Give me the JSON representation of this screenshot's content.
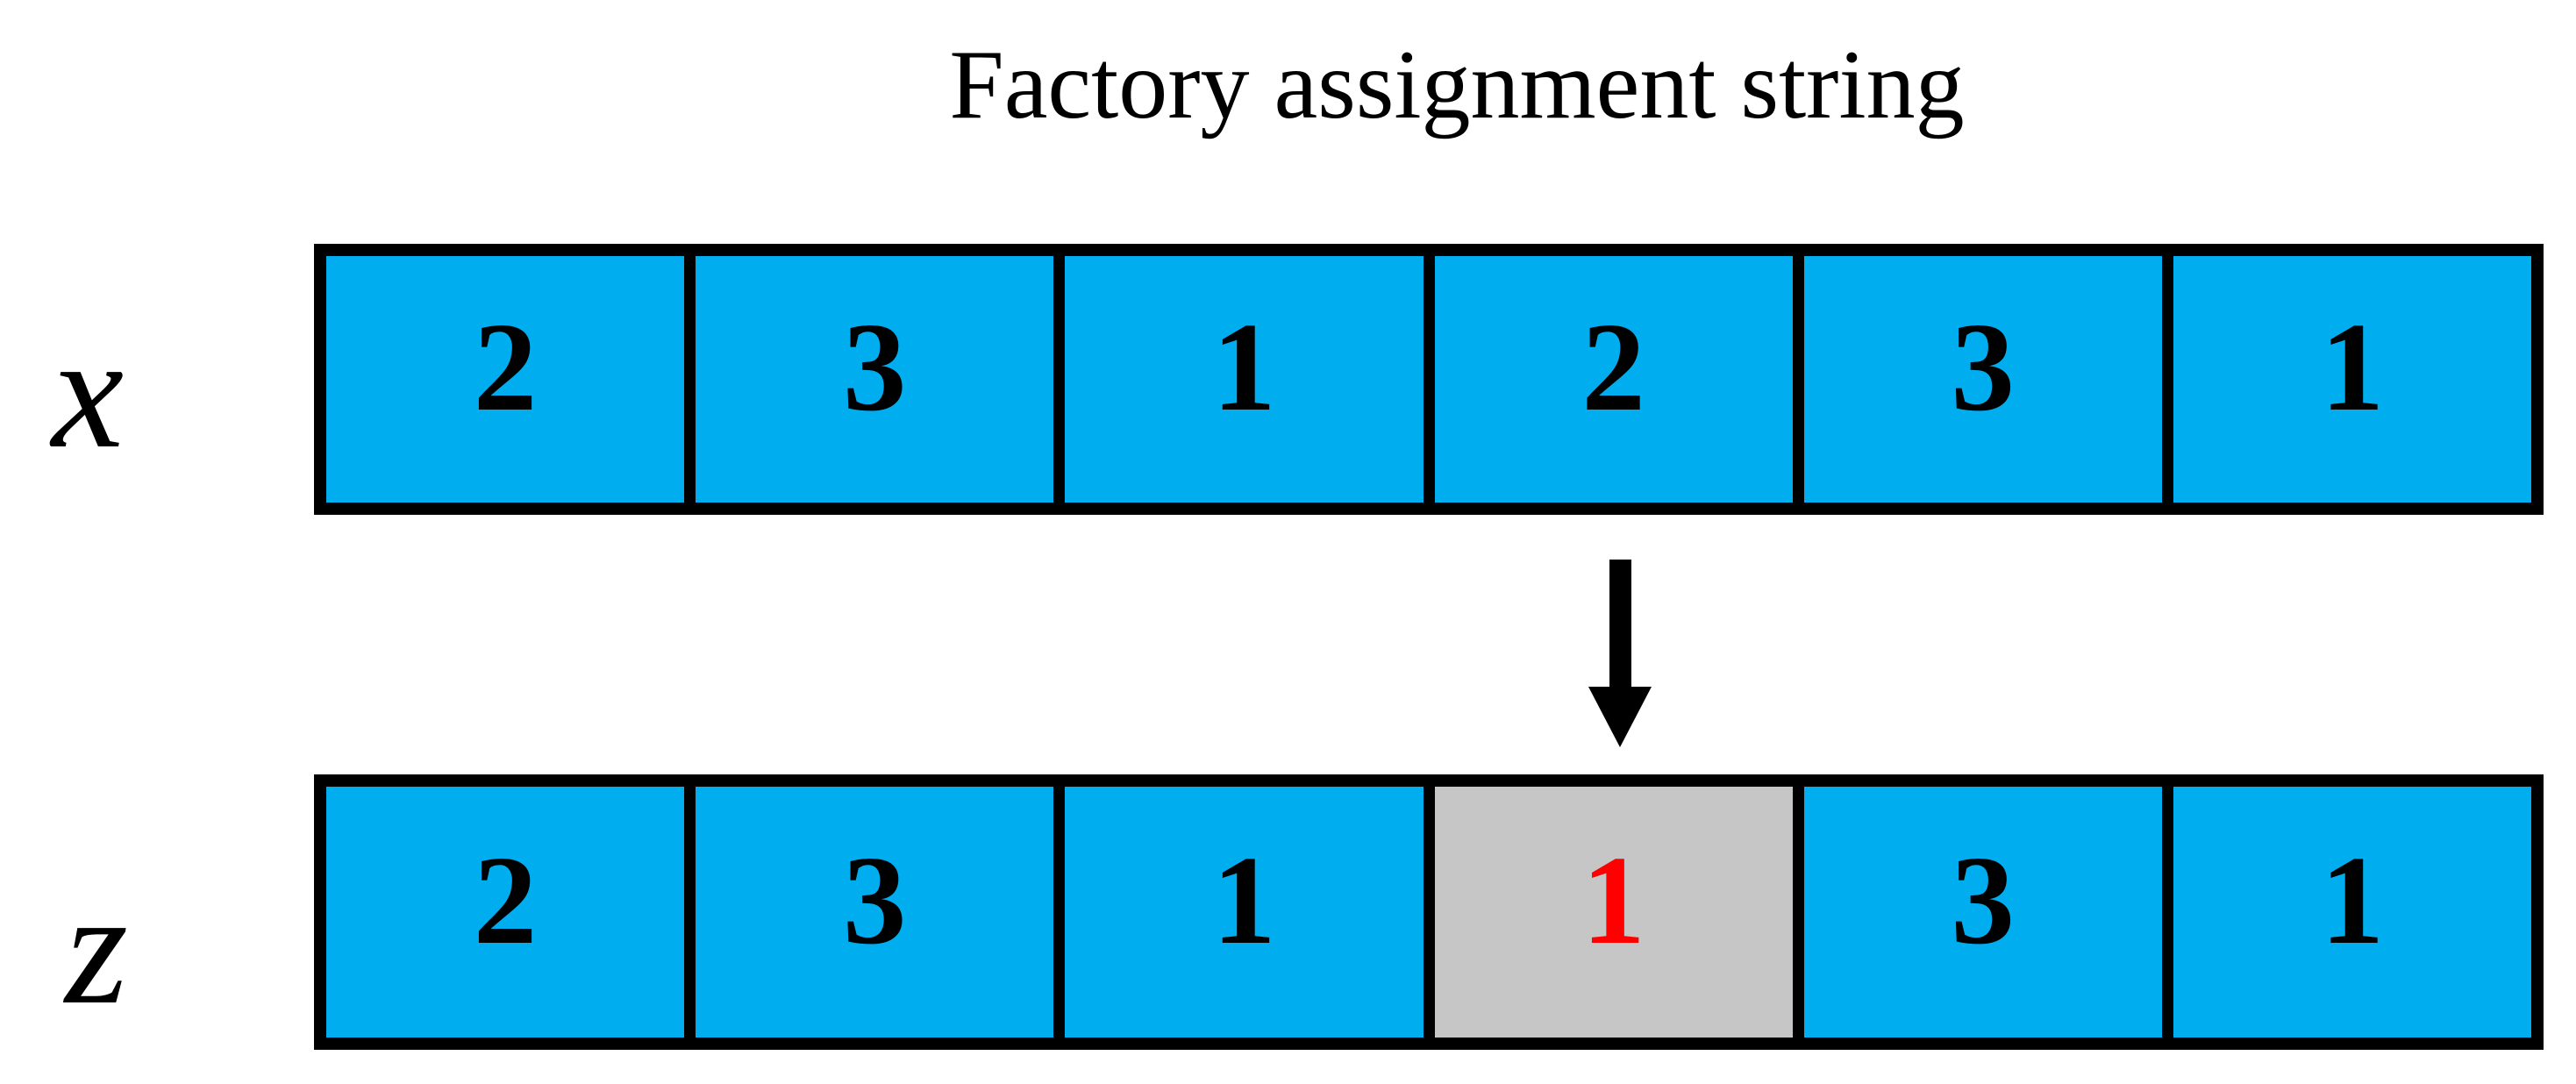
{
  "title": "Factory assignment string",
  "rows": [
    {
      "label": "x",
      "cells": [
        {
          "value": "2"
        },
        {
          "value": "3"
        },
        {
          "value": "1"
        },
        {
          "value": "2"
        },
        {
          "value": "3"
        },
        {
          "value": "1"
        }
      ]
    },
    {
      "label": "z",
      "cells": [
        {
          "value": "2"
        },
        {
          "value": "3"
        },
        {
          "value": "1"
        },
        {
          "value": "1",
          "mutated": true
        },
        {
          "value": "3"
        },
        {
          "value": "1"
        }
      ]
    }
  ],
  "arrow": {
    "icon": "down-arrow-icon"
  },
  "colors": {
    "cell_fill": "#00AEEF",
    "mutated_fill": "#C6C6C6",
    "mutated_text": "#FF0000",
    "border": "#000000",
    "text": "#000000"
  }
}
